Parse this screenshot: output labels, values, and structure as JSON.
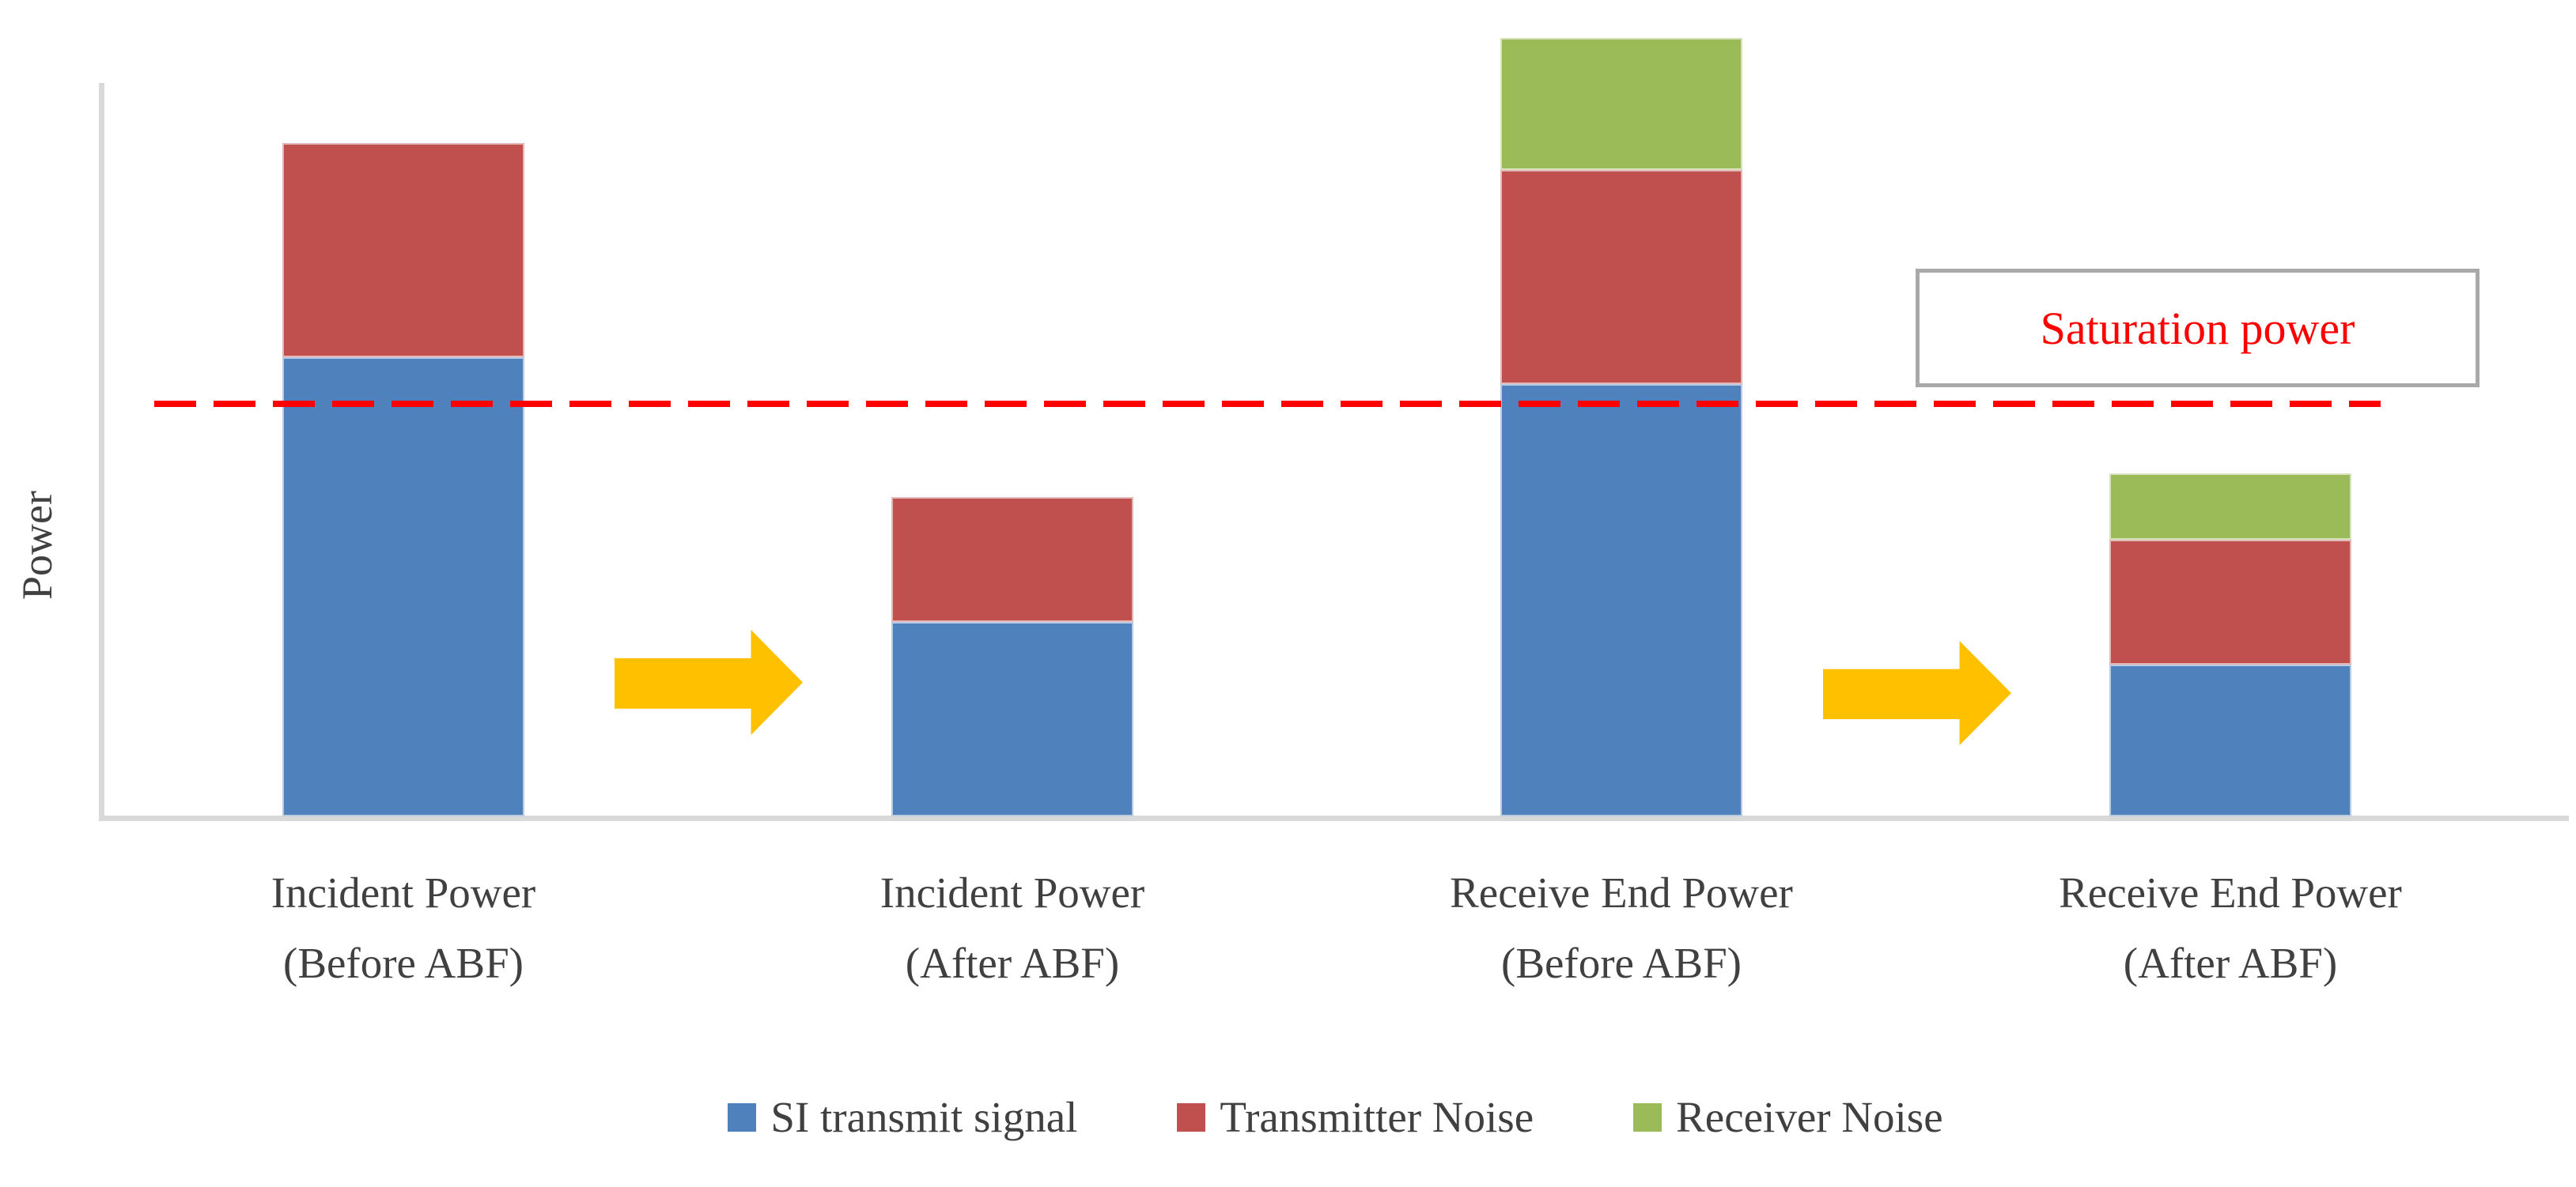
{
  "chart_data": {
    "type": "bar",
    "stacked": true,
    "title": "",
    "xlabel": "",
    "ylabel": "Power",
    "value_axis": {
      "min": 0,
      "max": 100,
      "ticks_visible": false,
      "units": "relative power (axis unlabeled)"
    },
    "grid": false,
    "legend_position": "bottom",
    "categories": [
      {
        "line1": "Incident Power",
        "line2": "(Before ABF)"
      },
      {
        "line1": "Incident Power",
        "line2": "(After ABF)"
      },
      {
        "line1": "Receive End Power",
        "line2": "(Before ABF)"
      },
      {
        "line1": "Receive End Power",
        "line2": "(After ABF)"
      }
    ],
    "series": [
      {
        "name": "SI transmit signal",
        "color": "#4F81BD",
        "values": [
          59,
          25,
          55.5,
          19.5
        ]
      },
      {
        "name": "Transmitter Noise",
        "color": "#C0504D",
        "values": [
          27.5,
          16,
          27.5,
          16
        ]
      },
      {
        "name": "Receiver Noise",
        "color": "#9BBB59",
        "values": [
          0,
          0,
          17,
          8.5
        ]
      }
    ],
    "stack_totals": [
      86.5,
      41,
      100,
      44
    ],
    "annotations": {
      "saturation_line": {
        "label": "Saturation power",
        "value": 53,
        "color": "#FF0000",
        "style": "dashed",
        "label_box_border_color": "#A9A9A9"
      },
      "arrows": [
        {
          "from_category": "Incident Power (Before ABF)",
          "to_category": "Incident Power (After ABF)",
          "direction": "right",
          "color": "#FFC000"
        },
        {
          "from_category": "Receive End Power (Before ABF)",
          "to_category": "Receive End Power (After ABF)",
          "direction": "right",
          "color": "#FFC000"
        }
      ]
    },
    "colors": {
      "axis": "#D9D9D9",
      "text": "#404040",
      "background": "#FFFFFF"
    }
  }
}
